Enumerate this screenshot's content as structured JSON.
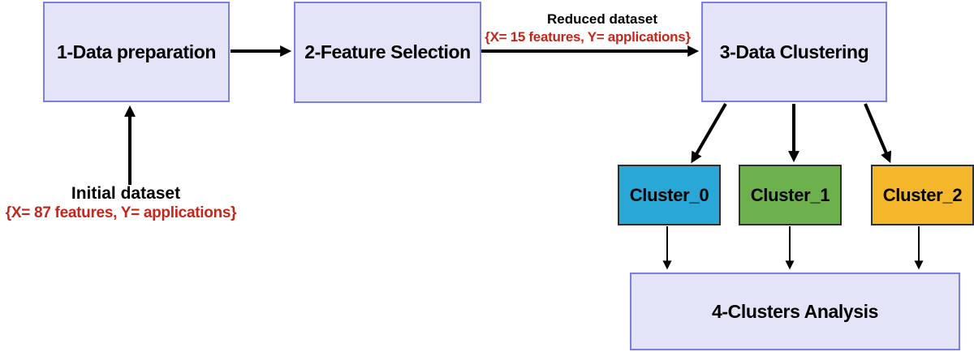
{
  "diagram": {
    "nodes": {
      "step1": {
        "label": "1-Data preparation",
        "fill": "#e4e4f9",
        "border": "#7d7de8"
      },
      "step2": {
        "label": "2-Feature Selection",
        "fill": "#e4e4f9",
        "border": "#7d7de8"
      },
      "step3": {
        "label": "3-Data Clustering",
        "fill": "#e4e4f9",
        "border": "#7d7de8"
      },
      "cluster0": {
        "label": "Cluster_0",
        "fill": "#29a7d7",
        "border": "#2f2f2f"
      },
      "cluster1": {
        "label": "Cluster_1",
        "fill": "#6cb14e",
        "border": "#2f2f2f"
      },
      "cluster2": {
        "label": "Cluster_2",
        "fill": "#f4b62a",
        "border": "#2f2f2f"
      },
      "step4": {
        "label": "4-Clusters Analysis",
        "fill": "#e4e4f9",
        "border": "#7d7de8"
      }
    },
    "annotations": {
      "initial_dataset": {
        "title": "Initial dataset",
        "detail": "{X= 87 features, Y= applications}"
      },
      "reduced_dataset": {
        "title": "Reduced dataset",
        "detail": "{X= 15 features, Y= applications}"
      },
      "detail_color": "#c1271b"
    },
    "edges": [
      {
        "from": "initial_dataset_label",
        "to": "step1"
      },
      {
        "from": "step1",
        "to": "step2"
      },
      {
        "from": "step2",
        "to": "step3",
        "label": "reduced_dataset"
      },
      {
        "from": "step3",
        "to": "cluster0"
      },
      {
        "from": "step3",
        "to": "cluster1"
      },
      {
        "from": "step3",
        "to": "cluster2"
      },
      {
        "from": "cluster0",
        "to": "step4"
      },
      {
        "from": "cluster1",
        "to": "step4"
      },
      {
        "from": "cluster2",
        "to": "step4"
      }
    ],
    "arrow_color": "#000000"
  }
}
